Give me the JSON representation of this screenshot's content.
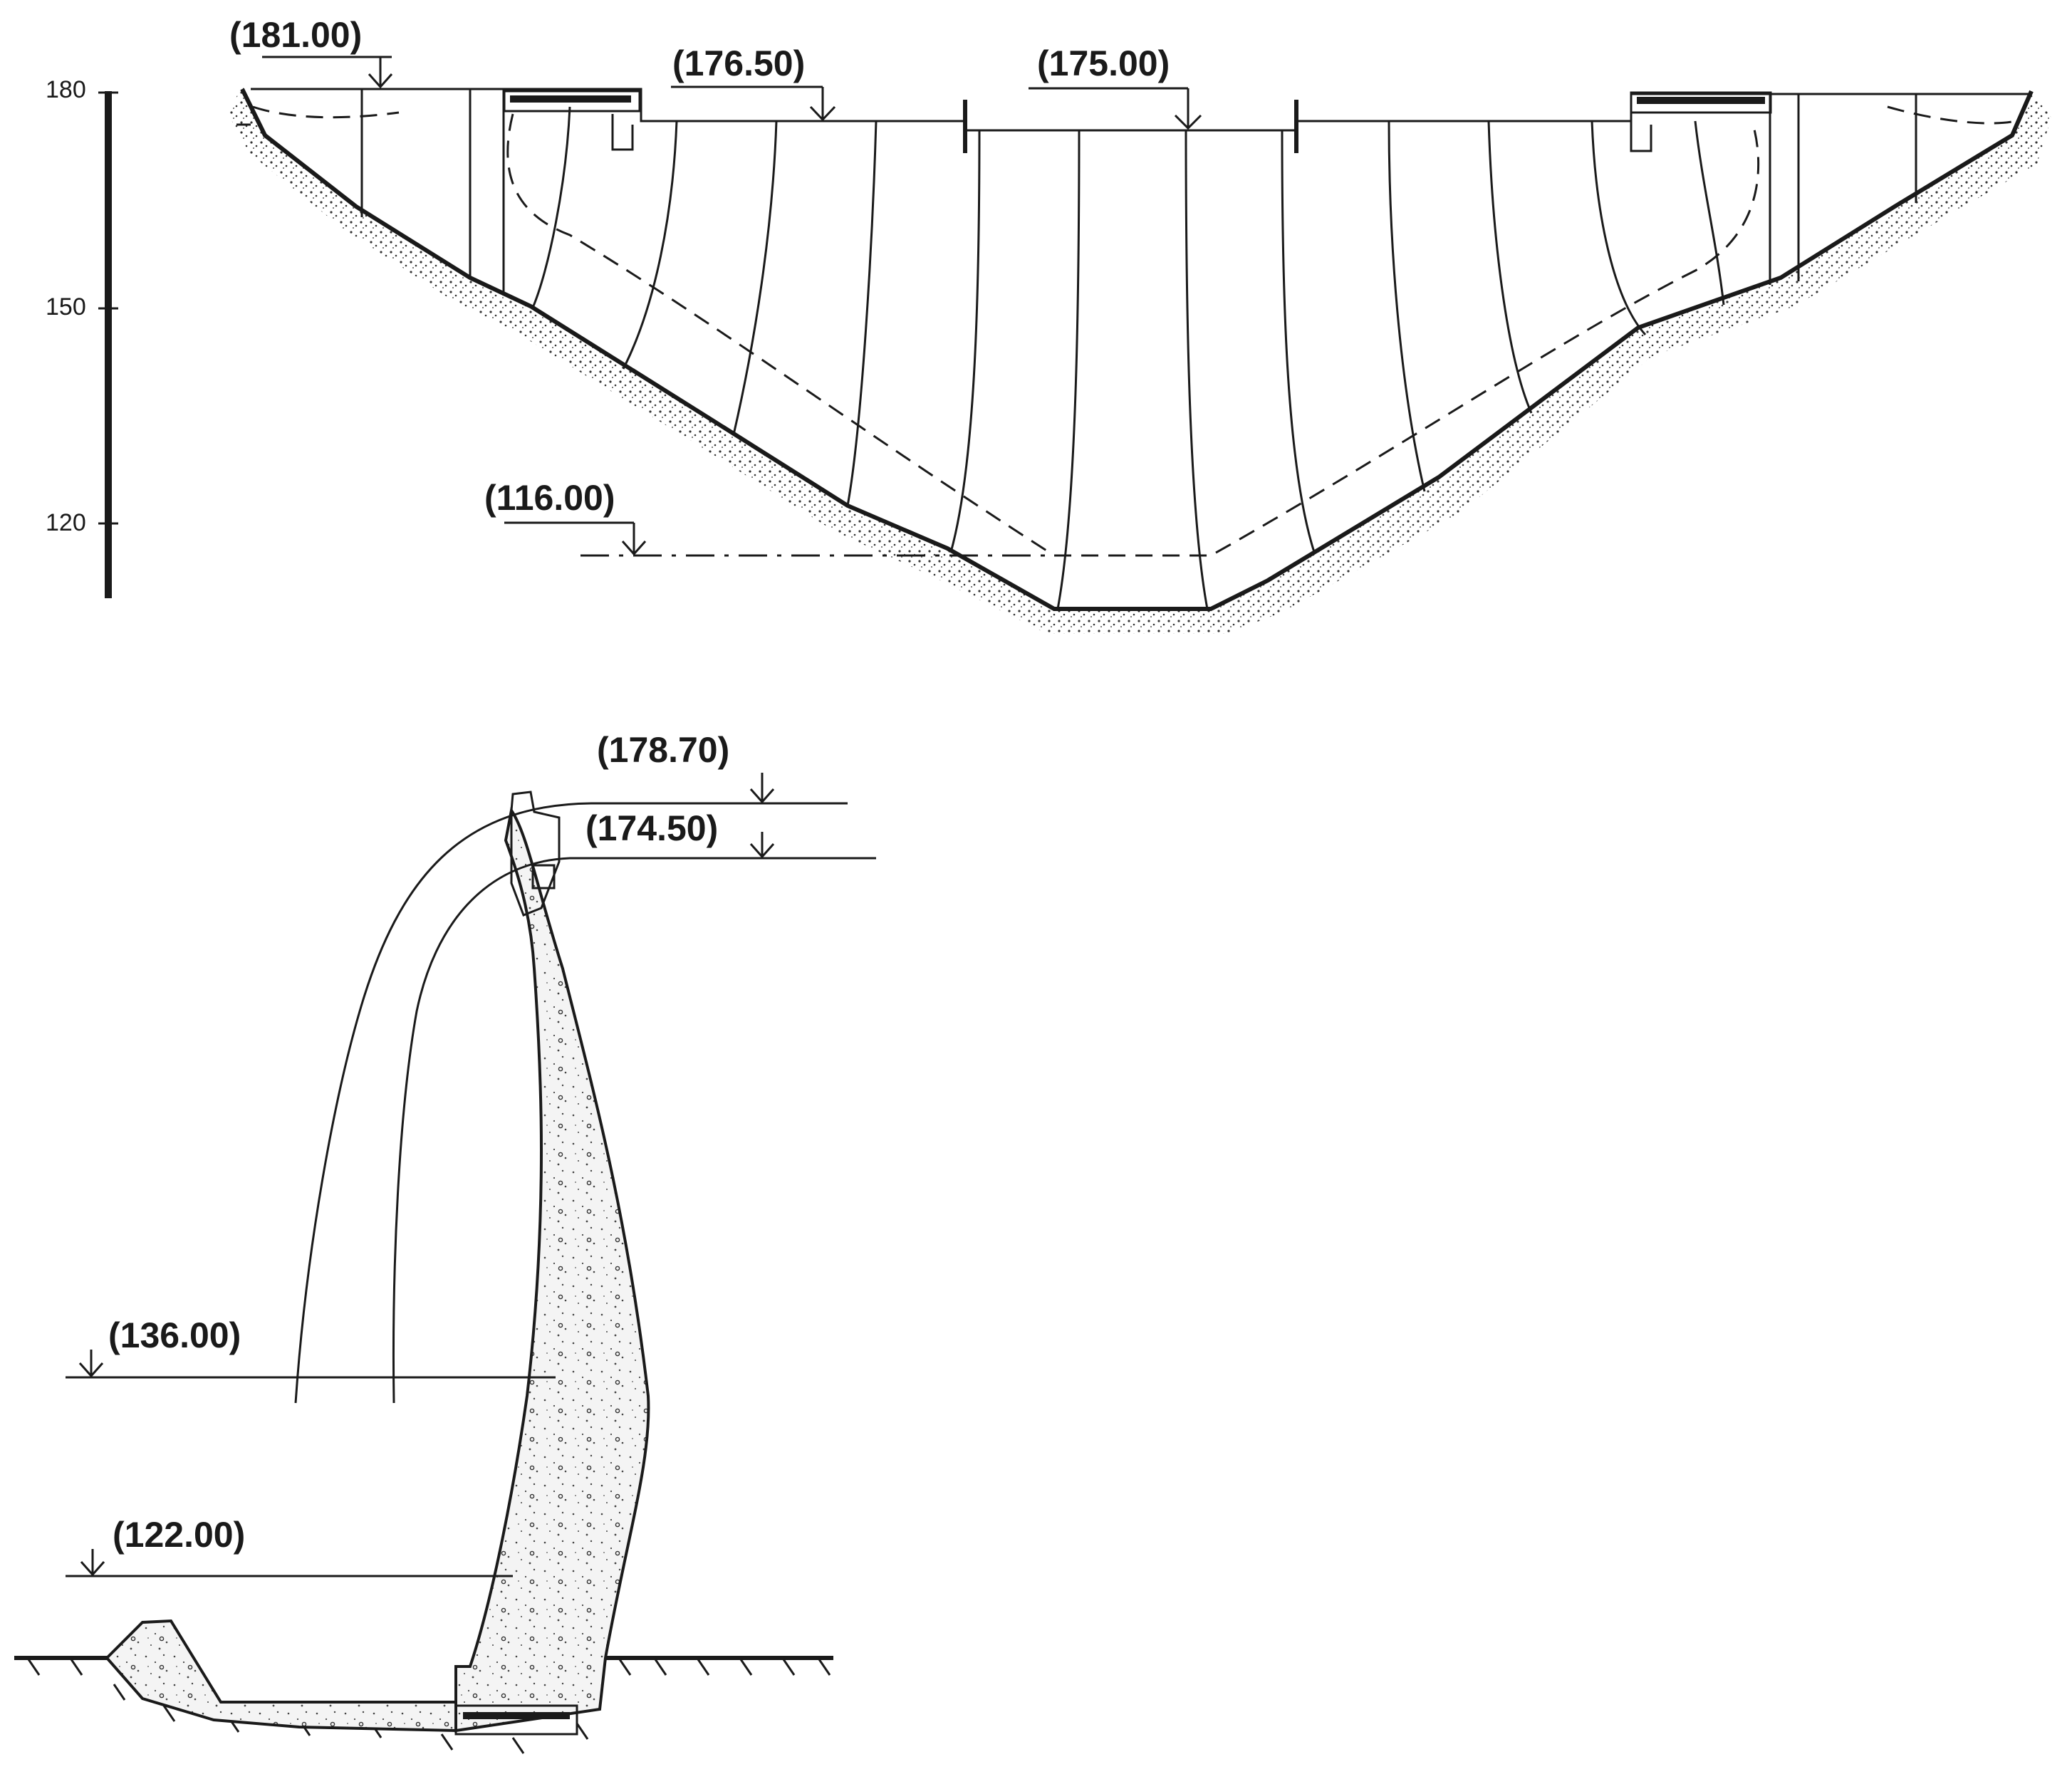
{
  "scale_bar": {
    "labels": [
      "180",
      "150",
      "120"
    ]
  },
  "elevation_view": {
    "crest_left_label": "(181.00)",
    "spillway_left_label": "(176.50)",
    "spillway_center_label": "(175.00)",
    "foundation_label": "(116.00)"
  },
  "section_view": {
    "max_water_label": "(178.70)",
    "normal_water_label": "(174.50)",
    "tailwater_high_label": "(136.00)",
    "tailwater_low_label": "(122.00)"
  }
}
